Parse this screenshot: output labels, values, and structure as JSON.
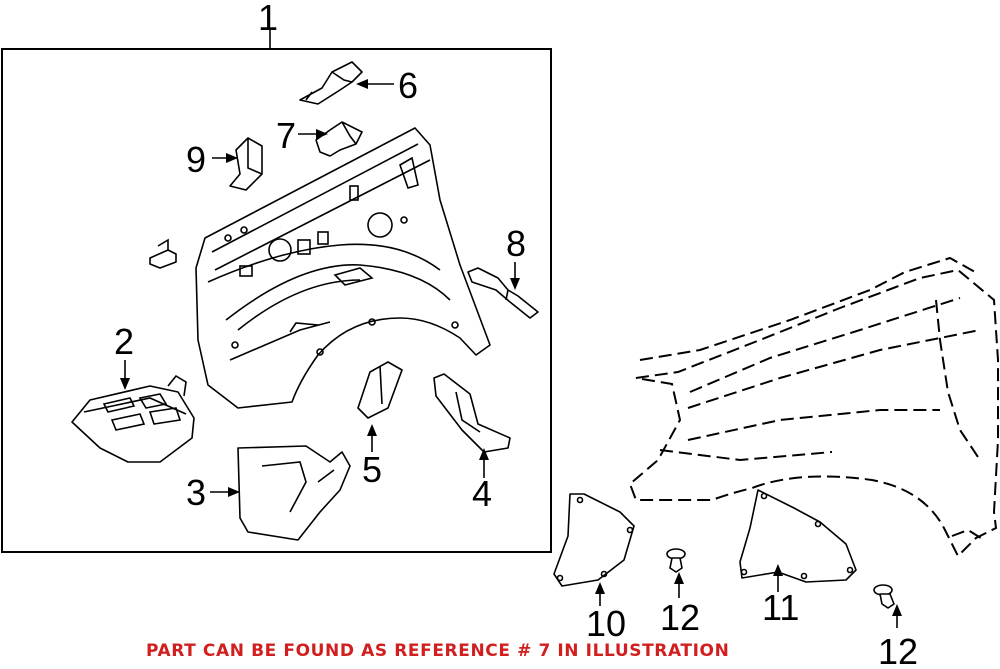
{
  "diagram": {
    "callouts": [
      {
        "id": "callout-1",
        "text": "1"
      },
      {
        "id": "callout-2",
        "text": "2"
      },
      {
        "id": "callout-3",
        "text": "3"
      },
      {
        "id": "callout-4",
        "text": "4"
      },
      {
        "id": "callout-5",
        "text": "5"
      },
      {
        "id": "callout-6",
        "text": "6"
      },
      {
        "id": "callout-7",
        "text": "7"
      },
      {
        "id": "callout-8",
        "text": "8"
      },
      {
        "id": "callout-9",
        "text": "9"
      },
      {
        "id": "callout-10",
        "text": "10"
      },
      {
        "id": "callout-11",
        "text": "11"
      },
      {
        "id": "callout-12a",
        "text": "12"
      },
      {
        "id": "callout-12b",
        "text": "12"
      }
    ],
    "reference_note": "PART CAN BE FOUND AS REFERENCE # 7 IN ILLUSTRATION",
    "colors": {
      "note": "#d11f1f",
      "line": "#000000",
      "background": "#ffffff"
    }
  }
}
